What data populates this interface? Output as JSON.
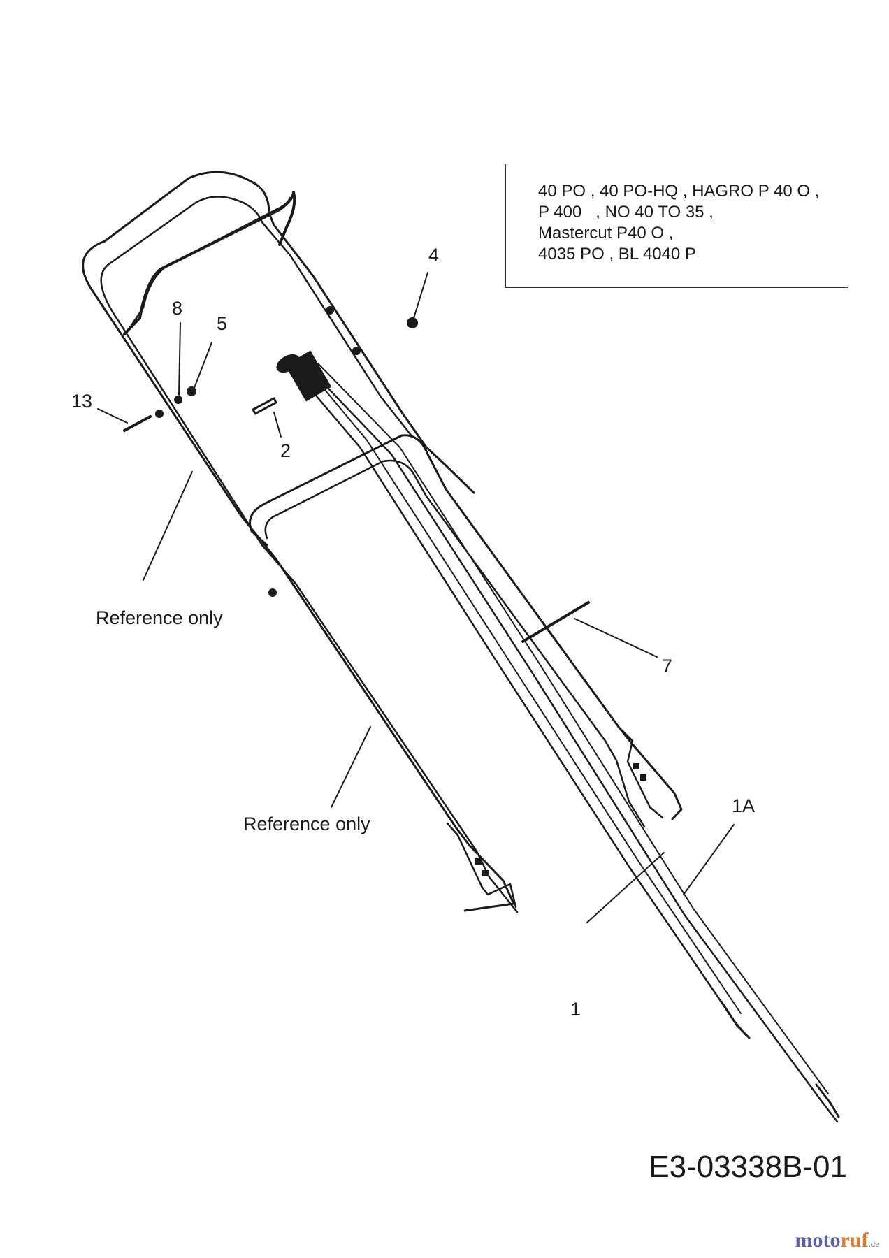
{
  "models": {
    "lines": [
      "40 PO , 40 PO-HQ , HAGRO P 40 O ,",
      "P 400   , NO 40 TO 35 ,",
      "Mastercut P40 O ,",
      "4035 PO , BL 4040 P"
    ]
  },
  "callouts": {
    "c1": "1",
    "c1a": "1A",
    "c2": "2",
    "c4": "4",
    "c5": "5",
    "c7": "7",
    "c8": "8",
    "c13": "13",
    "ref_upper": "Reference only",
    "ref_lower": "Reference only"
  },
  "drawing_code": "E3-03338B-01",
  "watermark": {
    "brand_a": "moto",
    "brand_b": "ruf",
    "suffix": ".de"
  }
}
